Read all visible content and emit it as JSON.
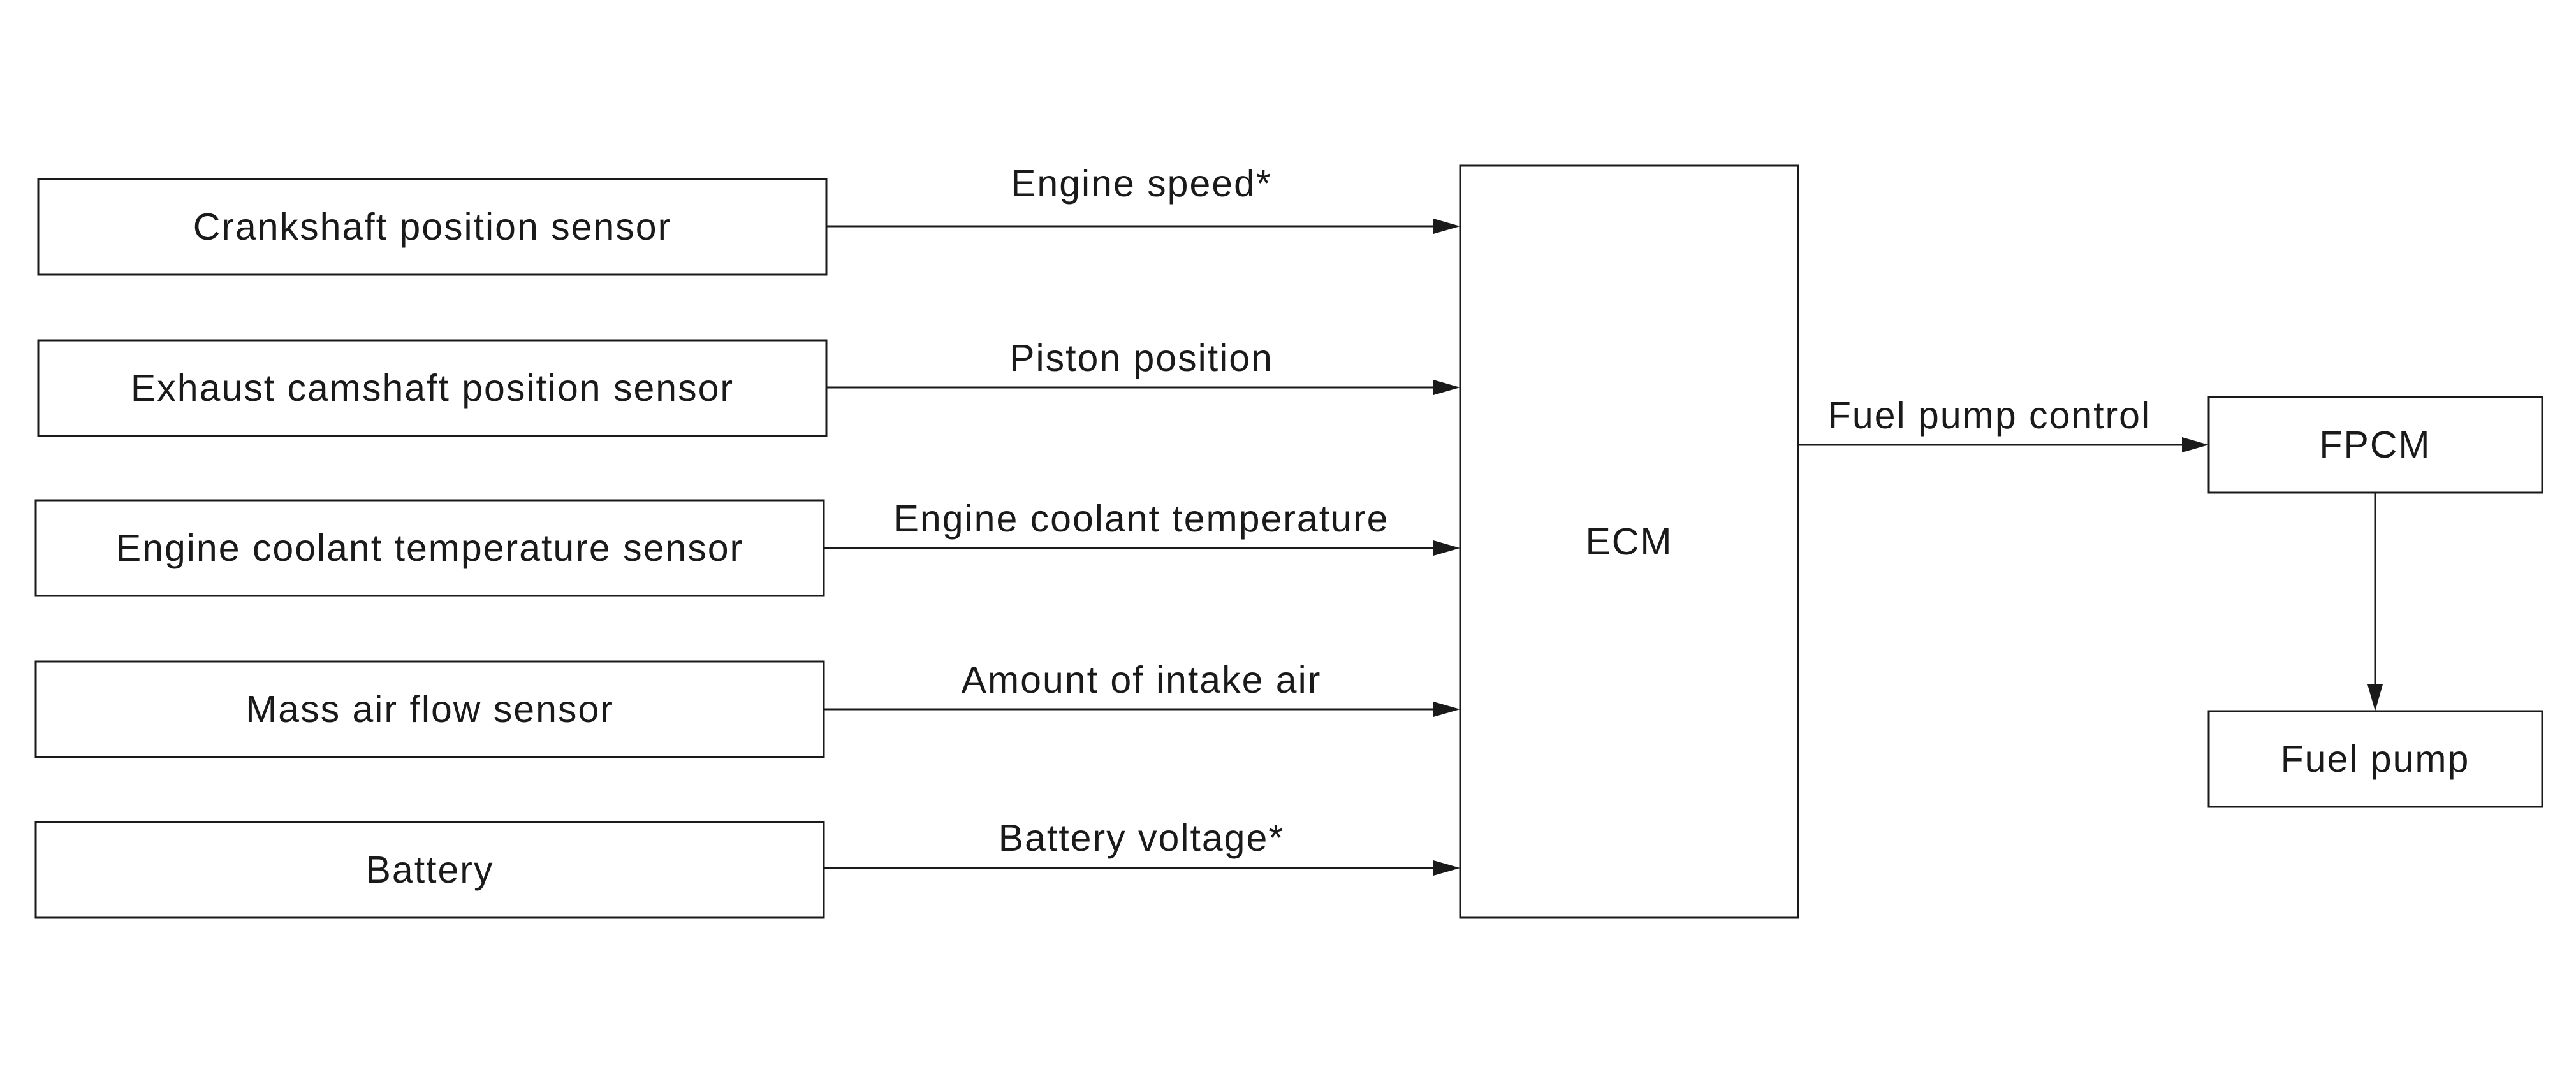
{
  "inputs": [
    {
      "label": "Crankshaft position sensor",
      "signal": "Engine speed*"
    },
    {
      "label": "Exhaust camshaft position sensor",
      "signal": "Piston position"
    },
    {
      "label": "Engine coolant temperature sensor",
      "signal": "Engine coolant temperature"
    },
    {
      "label": "Mass air flow sensor",
      "signal": "Amount of intake air"
    },
    {
      "label": "Battery",
      "signal": "Battery voltage*"
    }
  ],
  "ecm": {
    "label": "ECM"
  },
  "fpcm": {
    "label": "FPCM",
    "signal": "Fuel pump control"
  },
  "fuel_pump": {
    "label": "Fuel pump"
  },
  "colors": {
    "line": "#1a1a1a",
    "background": "#ffffff"
  }
}
